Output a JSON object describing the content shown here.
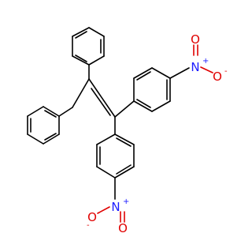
{
  "molecule": {
    "atoms": {
      "nitro_top": {
        "n": "N",
        "n_charge": "+",
        "o_double": "O",
        "o_single": "O",
        "o_charge": "-"
      },
      "nitro_bottom": {
        "n": "N",
        "n_charge": "+",
        "o_double": "O",
        "o_single": "O",
        "o_charge": "-"
      }
    },
    "colors": {
      "bond": "#000000",
      "nitrogen": "#1c1cff",
      "oxygen": "#e00000"
    }
  }
}
